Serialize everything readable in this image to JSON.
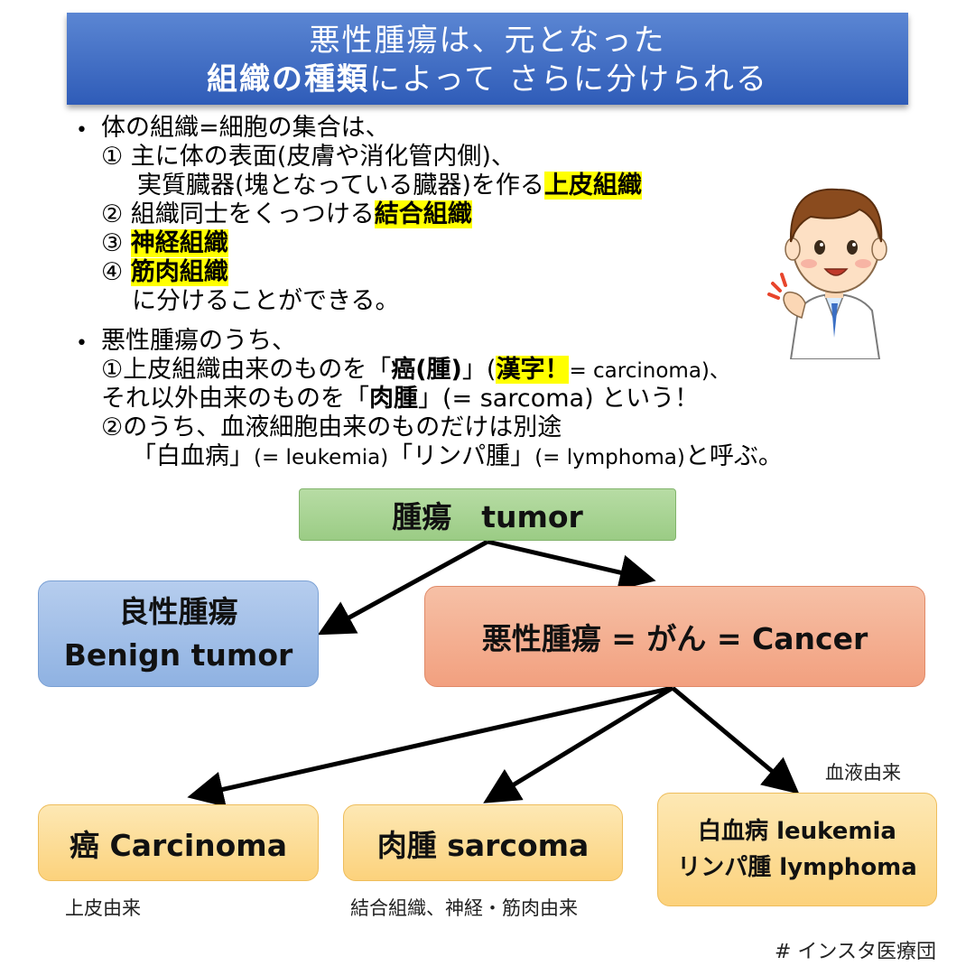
{
  "banner": {
    "line1": "悪性腫瘍は、元となった",
    "line2_bold": "組織の種類",
    "line2_rest": "によって さらに分けられる"
  },
  "bullet1": {
    "l1": "体の組織=細胞の集合は、",
    "l2": "① 主に体の表面(皮膚や消化管内側)、",
    "l3a": "実質臓器(塊となっている臓器)を作る",
    "l3b": "上皮組織",
    "l4a": "② 組織同士をくっつける",
    "l4b": "結合組織",
    "l5a": "③ ",
    "l5b": "神経組織",
    "l6a": "④ ",
    "l6b": "筋肉組織",
    "l7": "に分けることができる。"
  },
  "bullet2": {
    "l1": "悪性腫瘍のうち、",
    "l2a": "①上皮組織由来のものを「",
    "l2b": "癌(腫)",
    "l2c": "」(",
    "l2d": "漢字！",
    "l2e": "= carcinoma)、",
    "l3a": "それ以外由来のものを「",
    "l3b": "肉腫",
    "l3c": "」(= sarcoma) という！",
    "l4": "②のうち、血液細胞由来のものだけは別途",
    "l5a": "「白血病」",
    "l5b": "(= leukemia)",
    "l5c": "「リンパ腫」",
    "l5d": "(= lymphoma)",
    "l5e": "と呼ぶ。"
  },
  "diagram": {
    "root": "腫瘍　tumor",
    "benign_jp": "良性腫瘍",
    "benign_en": "Benign tumor",
    "malignant": "悪性腫瘍 = がん = Cancer",
    "carcinoma": "癌 Carcinoma",
    "sarcoma": "肉腫 sarcoma",
    "blood_l1": "白血病 leukemia",
    "blood_l2": "リンパ腫 lymphoma",
    "label_carcinoma": "上皮由来",
    "label_sarcoma": "結合組織、神経・筋肉由来",
    "label_blood": "血液由来"
  },
  "footer": "# インスタ医療団",
  "colors": {
    "banner": "#2f5cb8",
    "highlight": "#ffff00",
    "root_box": "#a9d495",
    "benign_box": "#a2c0e8",
    "malignant_box": "#f4b092",
    "leaf_box": "#fde0a0"
  }
}
